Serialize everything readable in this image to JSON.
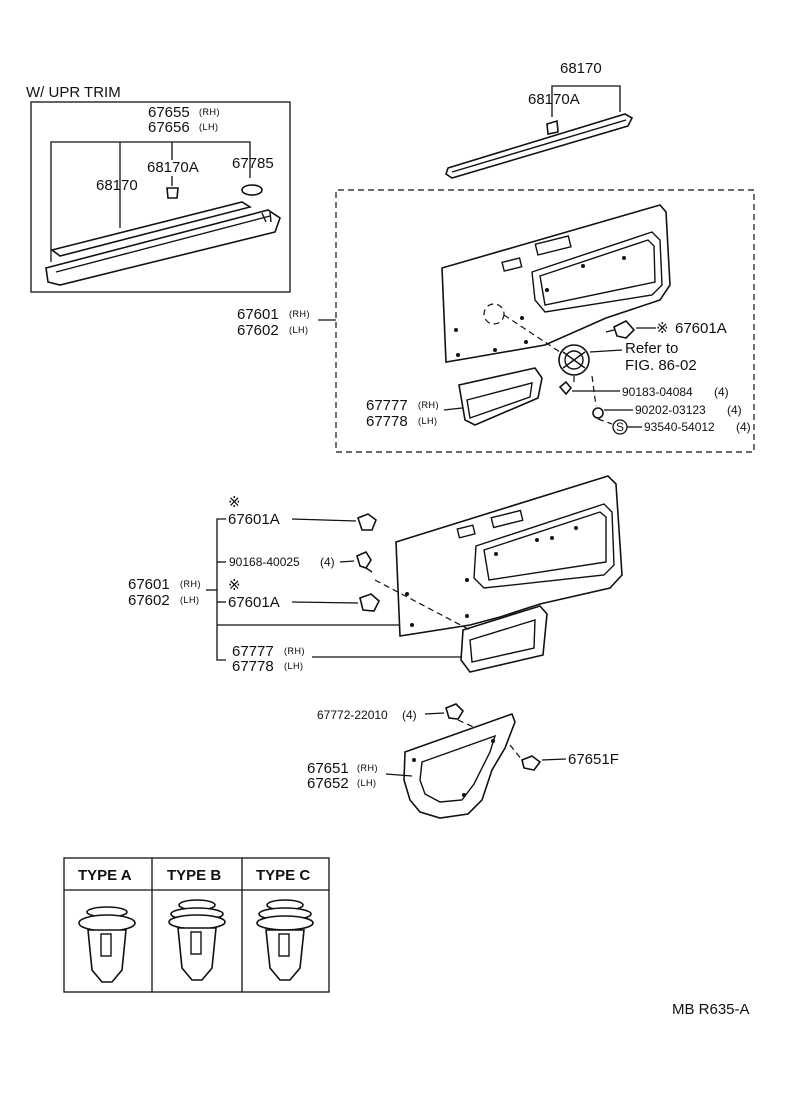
{
  "upper_inset": {
    "title": "W/ UPR TRIM",
    "label_67655": "67655",
    "label_67656": "67656",
    "rh": "(RH)",
    "lh": "(LH)",
    "label_68170A": "68170A",
    "label_67785": "67785",
    "label_68170": "68170"
  },
  "upper_right": {
    "label_68170": "68170",
    "label_68170A": "68170A"
  },
  "dashed_box": {
    "label_67601": "67601",
    "label_67602": "67602",
    "rh": "(RH)",
    "lh": "(LH)",
    "note_mark": "※",
    "label_67601A": "67601A",
    "refer_line1": "Refer to",
    "refer_line2": "FIG. 86-02",
    "label_90183": "90183-04084",
    "qty_90183": "(4)",
    "label_90202": "90202-03123",
    "qty_90202": "(4)",
    "s_mark": "S",
    "label_93540": "93540-54012",
    "qty_93540": "(4)",
    "label_67777": "67777",
    "label_67778": "67778",
    "rh2": "(RH)",
    "lh2": "(LH)"
  },
  "middle": {
    "note_mark_1": "※",
    "label_67601A_1": "67601A",
    "label_90168": "90168-40025",
    "qty_90168": "(4)",
    "label_67601": "67601",
    "label_67602": "67602",
    "rh": "(RH)",
    "lh": "(LH)",
    "note_mark_2": "※",
    "label_67601A_2": "67601A",
    "label_67777": "67777",
    "label_67778": "67778",
    "rh2": "(RH)",
    "lh2": "(LH)"
  },
  "lower": {
    "label_67772": "67772-22010",
    "qty_67772": "(4)",
    "label_67651": "67651",
    "label_67652": "67652",
    "rh": "(RH)",
    "lh": "(LH)",
    "label_67651F": "67651F"
  },
  "types": {
    "type_a": "TYPE A",
    "type_b": "TYPE B",
    "type_c": "TYPE C"
  },
  "footer": {
    "code": "MB R635-A"
  }
}
